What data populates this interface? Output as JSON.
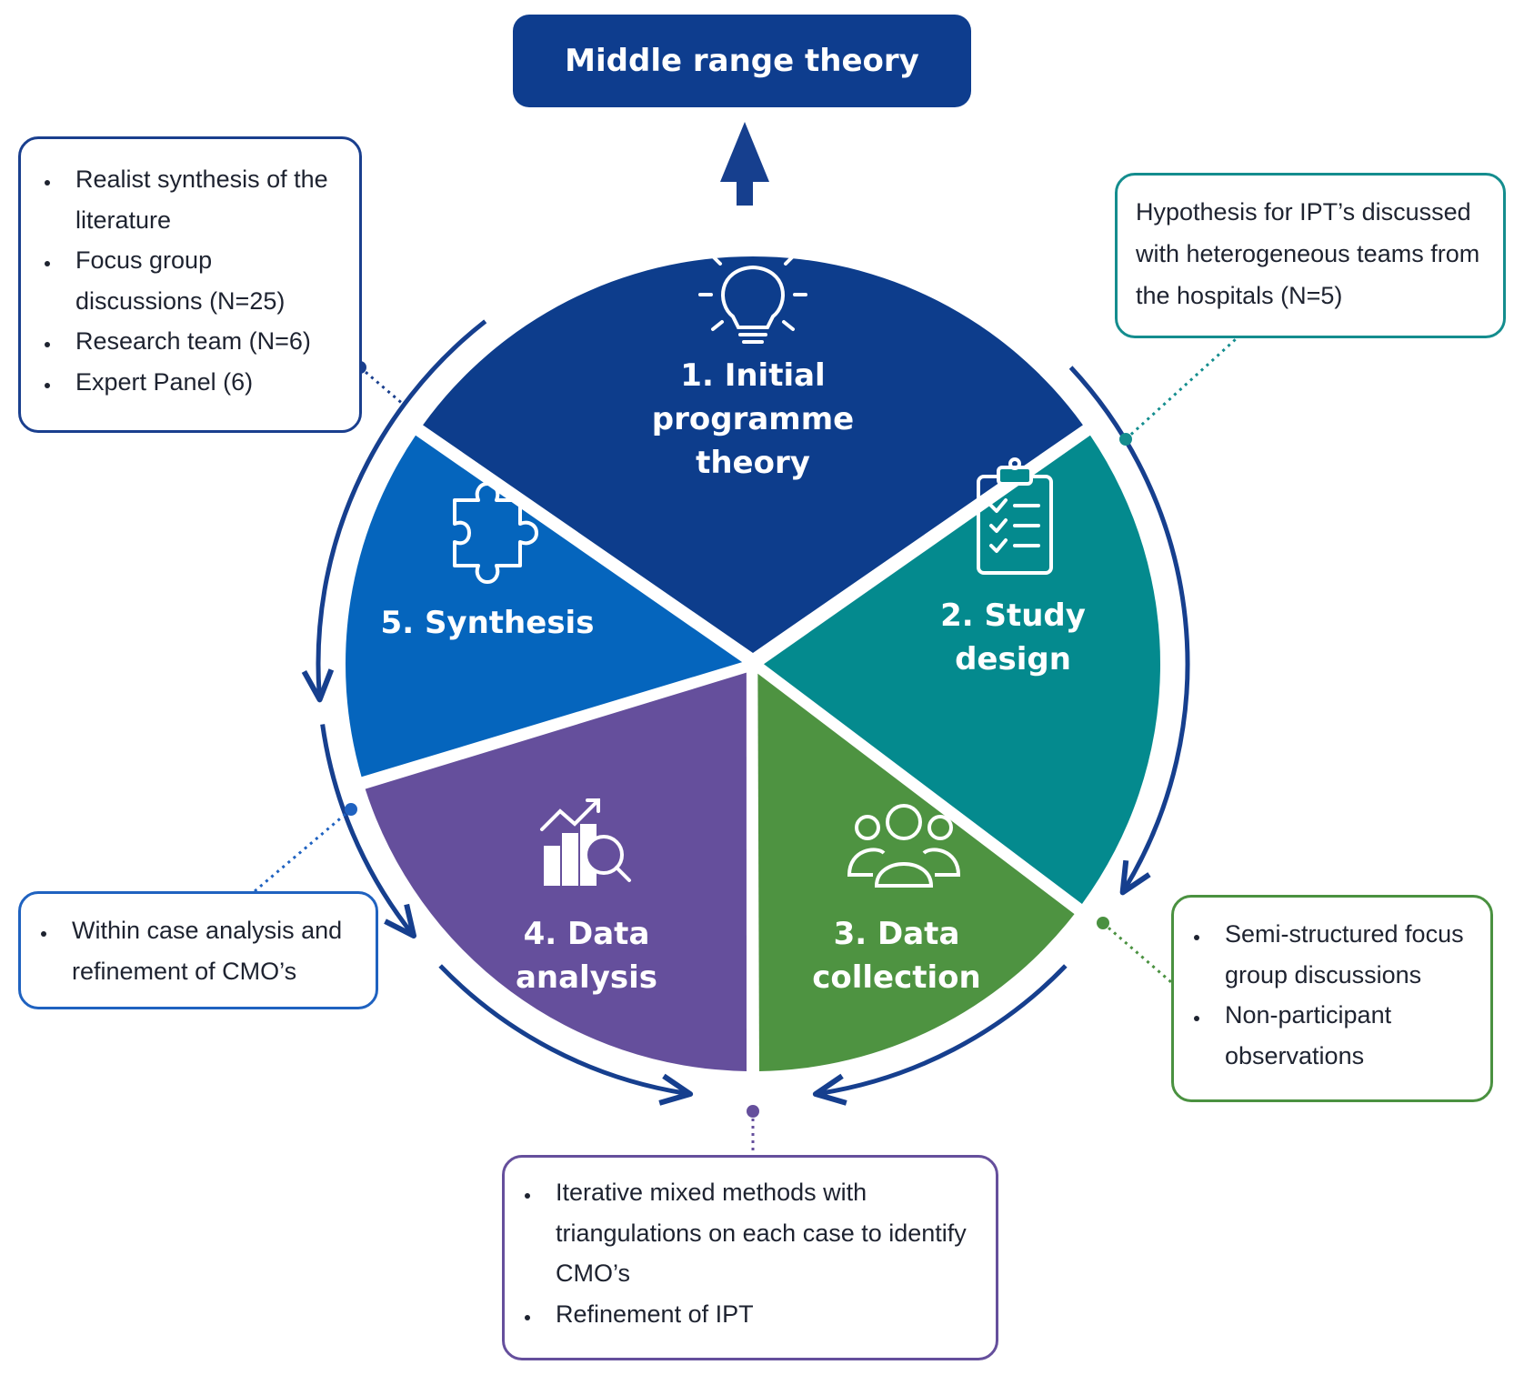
{
  "header": {
    "title": "Middle range theory"
  },
  "segments": [
    {
      "id": "initial",
      "lines": [
        "1. Initial",
        "programme",
        "theory"
      ],
      "color": "#0d3d8c",
      "icon": "lightbulb-icon"
    },
    {
      "id": "study-design",
      "lines": [
        "2. Study",
        "design"
      ],
      "color": "#048a8e",
      "icon": "clipboard-checklist-icon"
    },
    {
      "id": "data-collection",
      "lines": [
        "3. Data",
        "collection"
      ],
      "color": "#4e9341",
      "icon": "people-group-icon"
    },
    {
      "id": "data-analysis",
      "lines": [
        "4. Data",
        "analysis"
      ],
      "color": "#654f9c",
      "icon": "chart-magnifier-icon"
    },
    {
      "id": "synthesis",
      "lines": [
        "5. Synthesis"
      ],
      "color": "#0565bd",
      "icon": "puzzle-piece-icon"
    }
  ],
  "callouts": {
    "synthesis": {
      "items": [
        "Realist synthesis of the literature",
        "Focus group discussions (N=25)",
        "Research team (N=6)",
        "Expert Panel (6)"
      ],
      "border_color": "#1a3f8e"
    },
    "study_design": {
      "text": "Hypothesis for IPT’s discussed with heterogeneous teams from the hospitals (N=5)",
      "border_color": "#148d8e"
    },
    "data_collection": {
      "items": [
        "Semi-structured focus group discussions",
        "Non-participant observations"
      ],
      "border_color": "#4a9140"
    },
    "data_analysis": {
      "items": [
        "Iterative mixed methods with triangulations on each case to identify CMO’s",
        "Refinement of IPT"
      ],
      "border_color": "#654f9c"
    },
    "synthesis_lower": {
      "items": [
        "Within case analysis and refinement of CMO’s"
      ],
      "border_color": "#1f62c0"
    }
  },
  "colors": {
    "cycle_arrow": "#163f8e",
    "banner": "#0e3d8e"
  }
}
